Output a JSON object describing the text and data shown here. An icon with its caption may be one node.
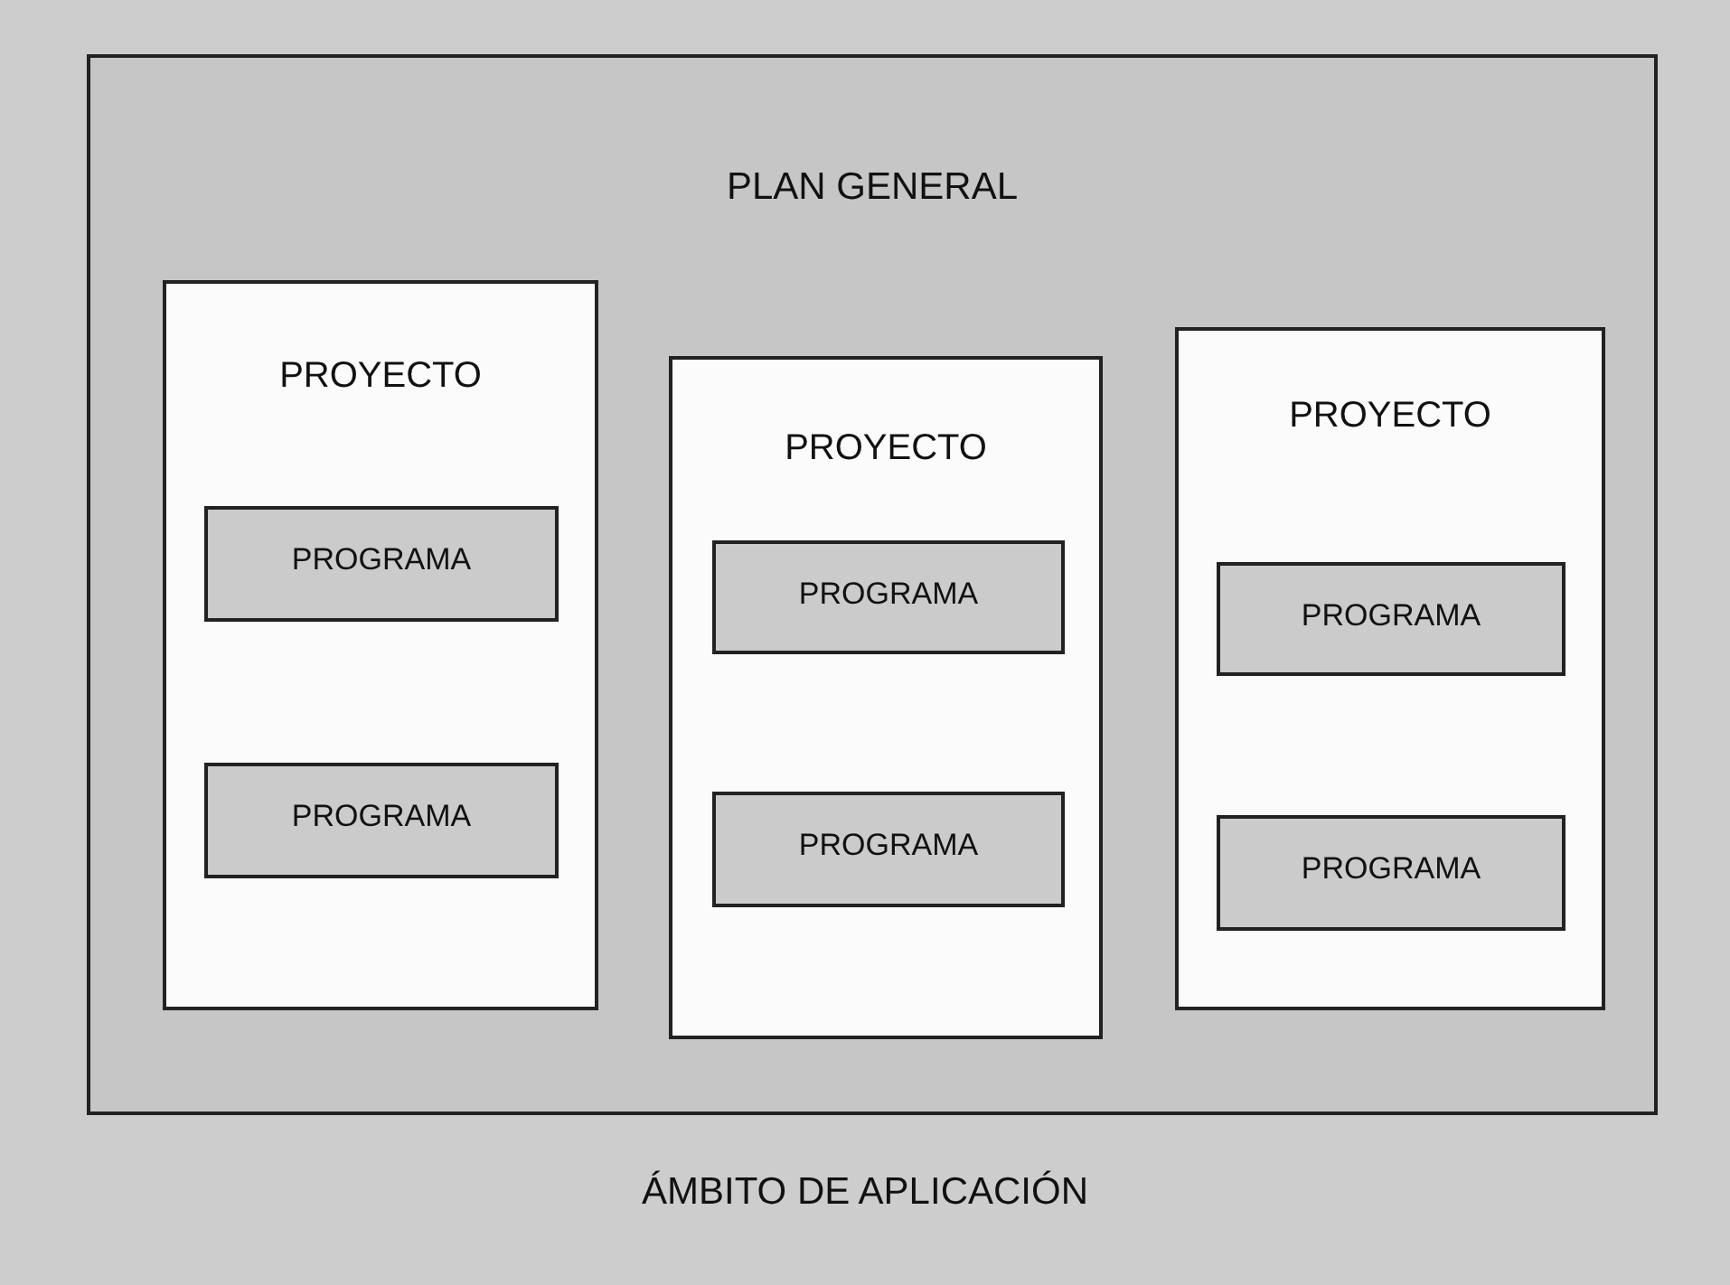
{
  "diagram": {
    "nodes": [
      {
        "text": [
          "ÁMBITO DE APLICACIÓN"
        ]
      },
      {
        "text": [
          "PLAN GENERAL"
        ],
        "in": 0
      },
      {
        "text": [
          "PROYECTO"
        ],
        "in": 1
      },
      {
        "text": [
          "PROGRAMA"
        ],
        "in": 2
      },
      {
        "text": [
          "PROGRAMA"
        ],
        "in": 2
      },
      {
        "text": [
          "PROYECTO"
        ],
        "in": 1
      },
      {
        "text": [
          "PROGRAMA"
        ],
        "in": 5
      },
      {
        "text": [
          "PROGRAMA"
        ],
        "in": 5
      },
      {
        "text": [
          "PROYECTO"
        ],
        "in": 1
      },
      {
        "text": [
          "PROGRAMA"
        ],
        "in": 8
      },
      {
        "text": [
          "PROGRAMA"
        ],
        "in": 8
      }
    ]
  }
}
